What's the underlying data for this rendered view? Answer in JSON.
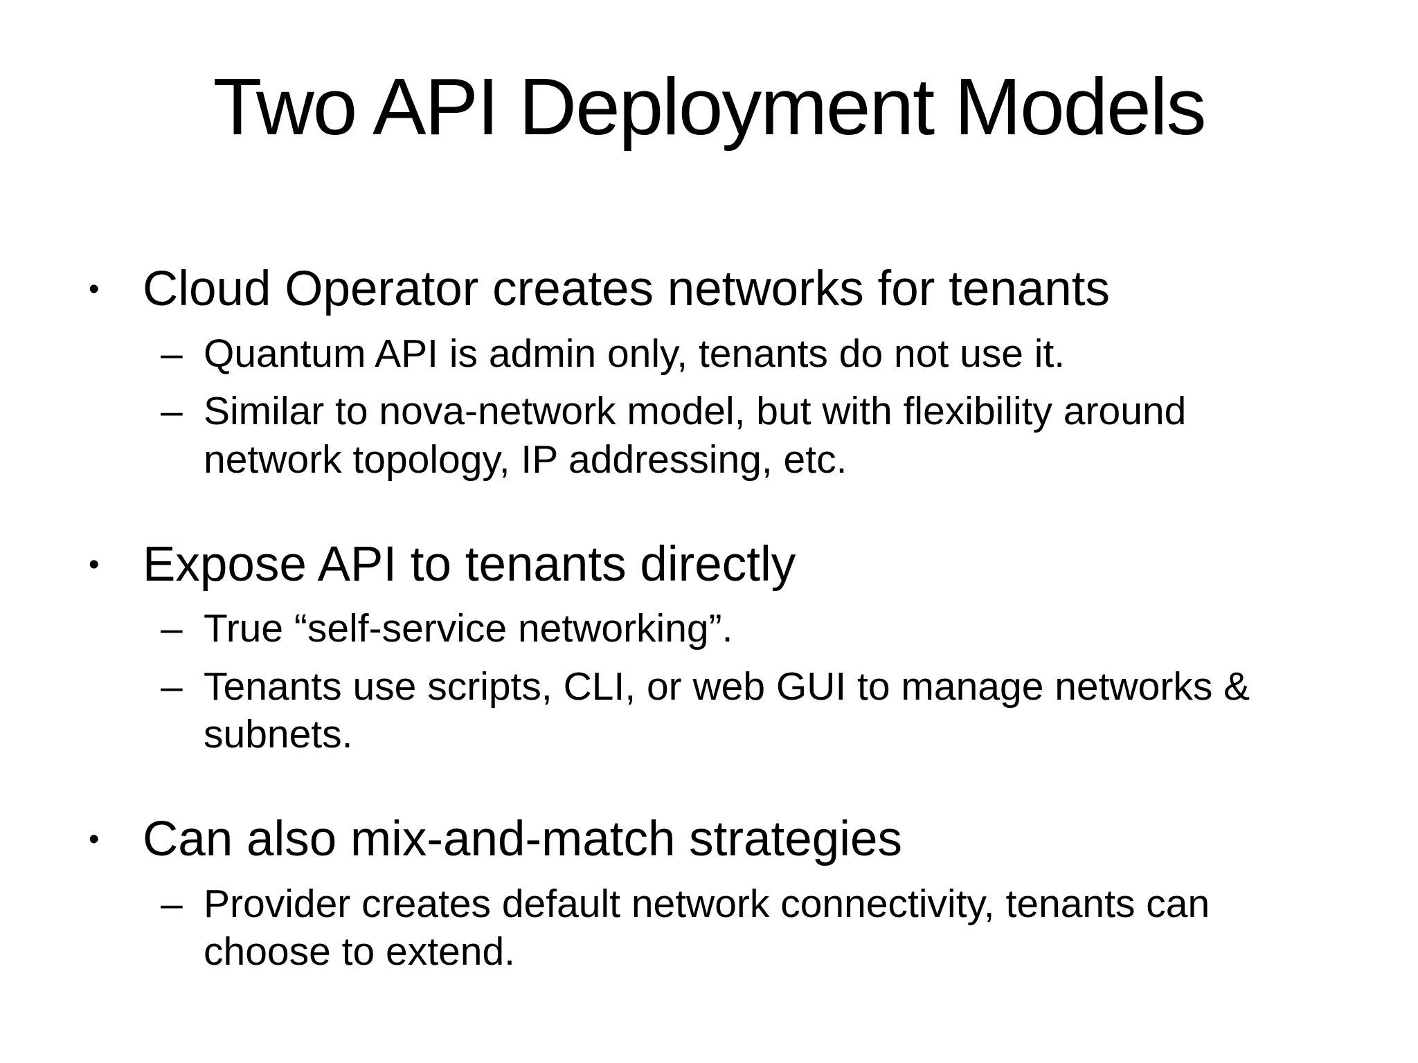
{
  "slide": {
    "title": "Two API Deployment Models",
    "markers": {
      "level1": "•",
      "level2": "–"
    },
    "bullets": [
      {
        "text": "Cloud Operator creates networks for tenants",
        "subs": [
          "Quantum API is admin only, tenants do not use it.",
          "Similar to nova-network model, but with flexibility around\nnetwork topology, IP addressing, etc."
        ]
      },
      {
        "text": "Expose API to tenants directly",
        "subs": [
          "True “self-service networking”.",
          "Tenants use scripts, CLI, or web GUI to manage networks &\nsubnets."
        ]
      },
      {
        "text": "Can also mix-and-match strategies",
        "subs": [
          "Provider creates default network connectivity, tenants can\nchoose to extend."
        ]
      }
    ]
  }
}
